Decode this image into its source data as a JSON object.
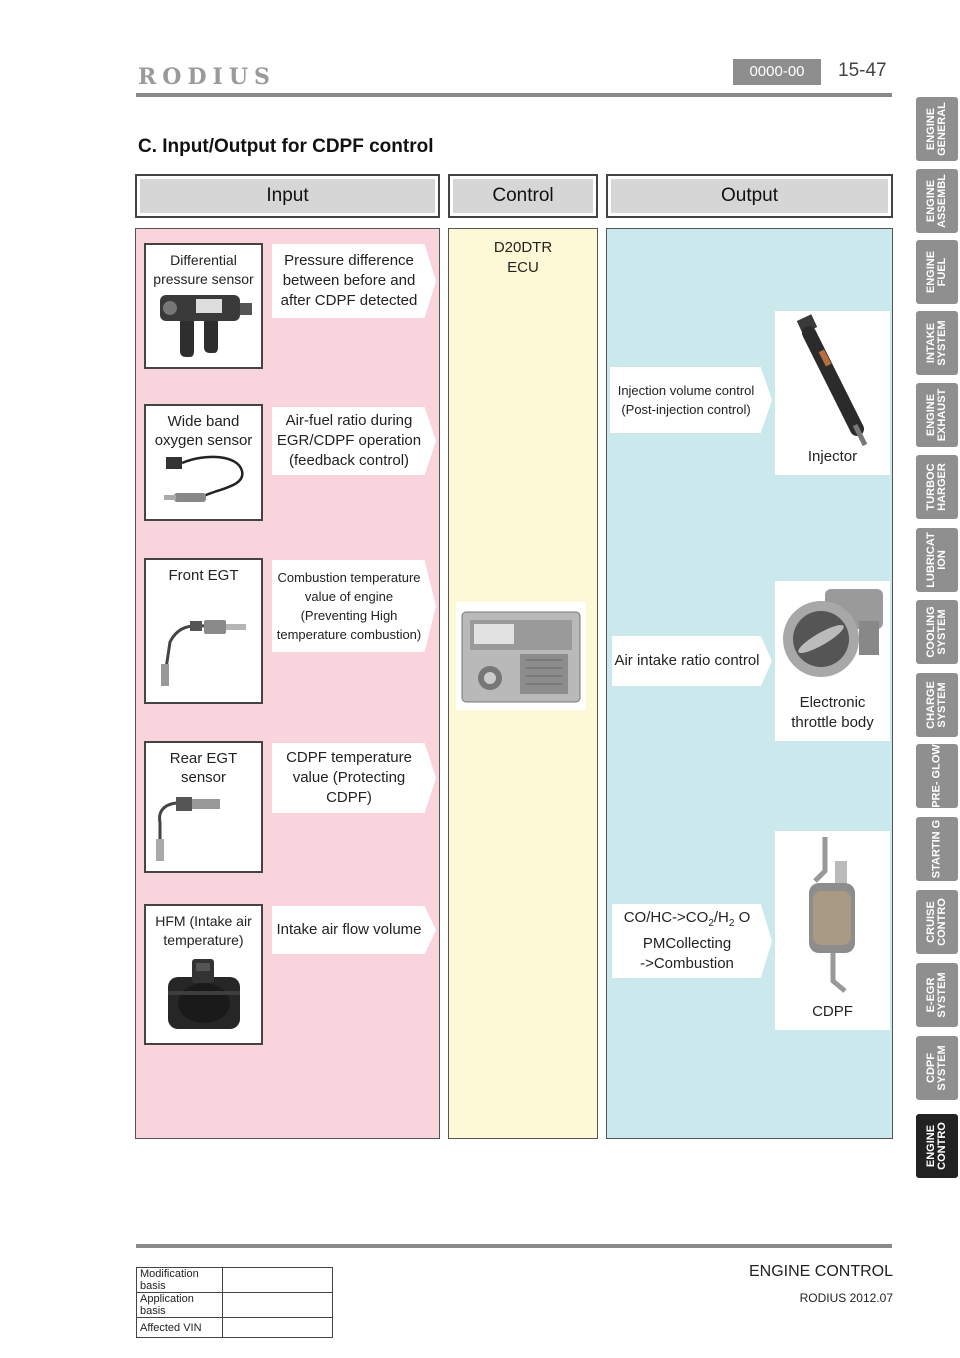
{
  "header": {
    "logo": "RODIUS",
    "code": "0000-00",
    "page": "15-47"
  },
  "section_title": "C. Input/Output for CDPF control",
  "columns": {
    "input": "Input",
    "control": "Control",
    "output": "Output"
  },
  "inputs": [
    {
      "sensor": "Differential pressure sensor",
      "signal": "Pressure difference between before and after CDPF detected"
    },
    {
      "sensor": "Wide band oxygen sensor",
      "signal": "Air-fuel ratio during EGR/CDPF operation (feedback control)"
    },
    {
      "sensor": "Front EGT",
      "signal": "Combustion temperature value of engine (Preventing High temperature combustion)"
    },
    {
      "sensor": "Rear EGT sensor",
      "signal": "CDPF temperature value (Protecting CDPF)"
    },
    {
      "sensor": "HFM (Intake air temperature)",
      "signal": "Intake air flow volume"
    }
  ],
  "control": {
    "unit": "D20DTR ECU"
  },
  "outputs": [
    {
      "signal": "Injection volume control (Post-injection control)",
      "actuator": "Injector"
    },
    {
      "signal": "Air intake ratio control",
      "actuator": "Electronic throttle body"
    },
    {
      "signal_parts": [
        "CO/HC->CO",
        "2",
        "/H",
        "2",
        " O",
        "PMCollecting",
        "->Combustion"
      ],
      "actuator": "CDPF"
    }
  ],
  "side_tabs": [
    "ENGINE GENERAL",
    "ENGINE ASSEMBL",
    "ENGINE FUEL",
    "INTAKE SYSTEM",
    "ENGINE EXHAUST",
    "TURBOC HARGER",
    "LUBRICAT ION",
    "COOLING SYSTEM",
    "CHARGE SYSTEM",
    "PRE- GLOW",
    "STARTIN G",
    "CRUISE CONTRO",
    "E-EGR SYSTEM",
    "CDPF SYSTEM",
    "ENGINE CONTRO"
  ],
  "active_tab": "ENGINE CONTRO",
  "footer": {
    "title": "ENGINE CONTROL",
    "model": "RODIUS 2012.07",
    "table": [
      {
        "key": "Modification basis",
        "value": ""
      },
      {
        "key": "Application basis",
        "value": ""
      },
      {
        "key": "Affected VIN",
        "value": ""
      }
    ]
  }
}
